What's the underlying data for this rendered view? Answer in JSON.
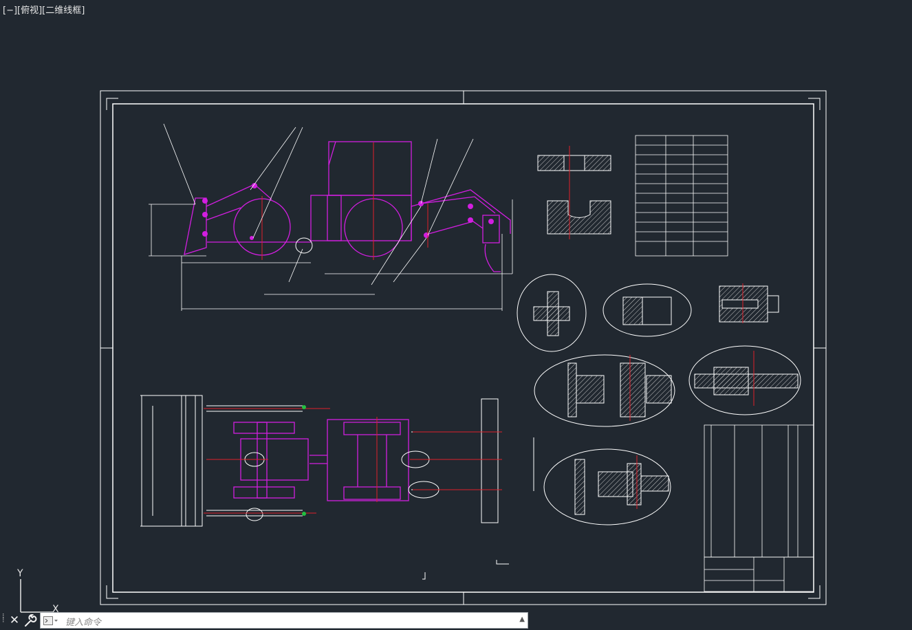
{
  "app": {
    "viewport_label": "[−][俯视][二维线框]"
  },
  "ucs": {
    "y_axis_label": "Y",
    "x_axis_label": "X"
  },
  "command_line": {
    "placeholder": "键入命令",
    "close_icon": "close-icon",
    "customize_icon": "wrench-icon",
    "prompt_icon": "command-prompt-icon"
  },
  "colors": {
    "background": "#212830",
    "line_white": "#ffffff",
    "line_magenta": "#d21ee0",
    "line_red": "#e0202a",
    "line_green": "#22c040",
    "line_yellow": "#e8e020",
    "hatch": "#c8c8c8"
  }
}
